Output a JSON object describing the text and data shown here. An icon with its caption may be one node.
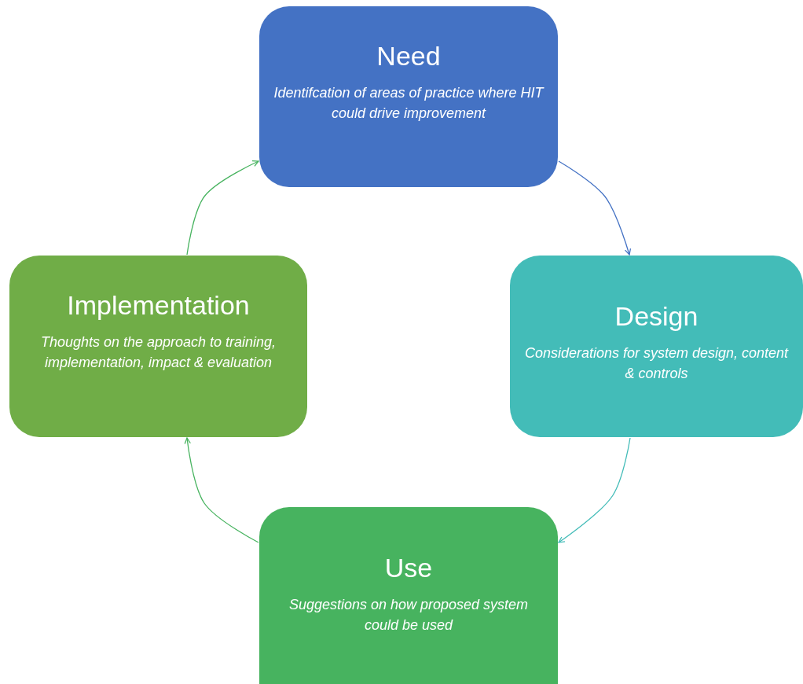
{
  "diagram": {
    "nodes": [
      {
        "text": [
          "Need",
          "Identifcation of areas of practice where HIT could drive improvement"
        ]
      },
      {
        "text": [
          "Design",
          "Considerations for system design, content & controls"
        ]
      },
      {
        "text": [
          "Use",
          "Suggestions on how proposed system could be used"
        ]
      },
      {
        "text": [
          "Implementation",
          "Thoughts on the approach to training,  implementation, impact & evaluation"
        ]
      }
    ],
    "edges": [
      {
        "from": 0,
        "to": 1,
        "arrow": "to",
        "color": "#4472c4"
      },
      {
        "from": 1,
        "to": 2,
        "arrow": "to",
        "color": "#43bcb8"
      },
      {
        "from": 2,
        "to": 3,
        "arrow": "to",
        "color": "#47b35f"
      },
      {
        "from": 3,
        "to": 0,
        "arrow": "to",
        "color": "#47b35f"
      }
    ]
  }
}
